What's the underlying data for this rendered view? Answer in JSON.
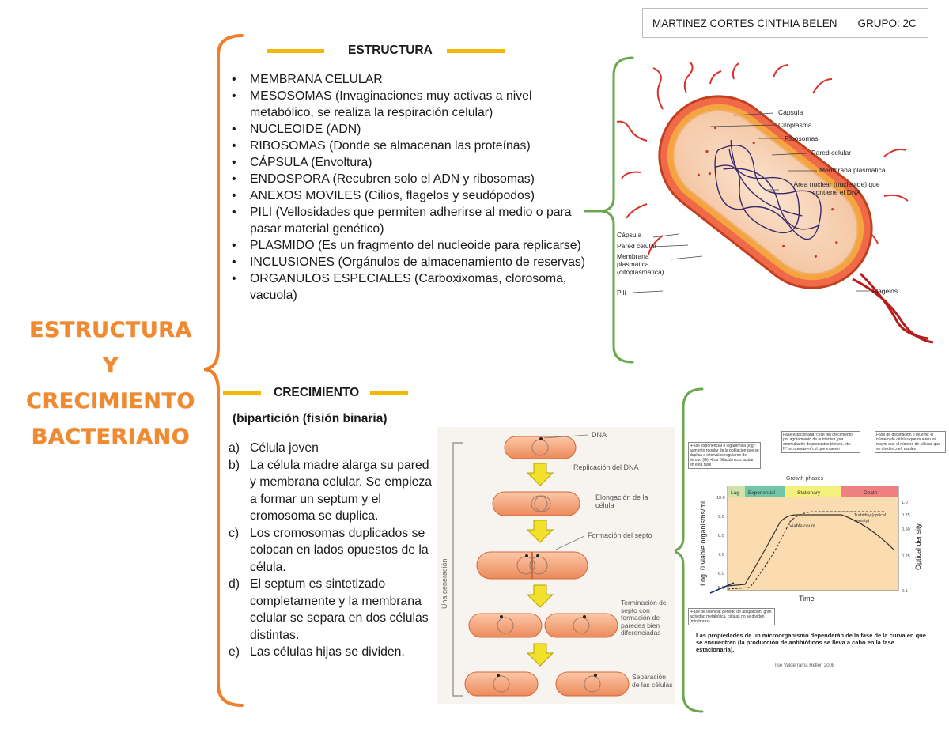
{
  "header": {
    "author": "MARTINEZ CORTES CINTHIA BELEN",
    "group": "GRUPO: 2C"
  },
  "main_title": {
    "line1": "ESTRUCTURA",
    "line2": "Y",
    "line3": "CRECIMIENTO",
    "line4": "BACTERIANO"
  },
  "estructura": {
    "heading": "ESTRUCTURA",
    "items": [
      "MEMBRANA CELULAR",
      "MESOSOMAS (Invaginaciones muy activas a nivel metabólico, se realiza la respiración celular)",
      "NUCLEOIDE (ADN)",
      "RIBOSOMAS (Donde se almacenan las proteínas)",
      "CÁPSULA (Envoltura)",
      "ENDOSPORA (Recubren solo el ADN y ribosomas)",
      "ANEXOS MOVILES (Cilios, flagelos y seudópodos)",
      "PILI (Vellosidades que permiten adherirse al medio o para pasar material genético)",
      "PLASMIDO (Es un fragmento del nucleoide para replicarse)",
      "INCLUSIONES (Orgánulos de almacenamiento de reservas)",
      "ORGANULOS ESPECIALES (Carboxixomas, clorosoma, vacuola)"
    ]
  },
  "crecimiento": {
    "heading": "CRECIMIENTO",
    "subtitle": "(bipartición (fisión binaria)",
    "steps": [
      {
        "marker": "a)",
        "text": "Célula joven"
      },
      {
        "marker": "b)",
        "text": "La célula madre alarga su pared y membrana celular. Se empieza a formar un septum y el cromosoma se duplica."
      },
      {
        "marker": "c)",
        "text": "Los cromosomas duplicados se colocan en lados opuestos de la célula."
      },
      {
        "marker": "d)",
        "text": "El septum es sintetizado completamente y la membrana celular se separa en dos células distintas."
      },
      {
        "marker": "e)",
        "text": "Las células hijas se dividen."
      }
    ]
  },
  "bacteria_diagram": {
    "labels_right": [
      "Cápsula",
      "Citoplasma",
      "Ribosomas",
      "Pared celular",
      "Membrana plasmática",
      "Área nuclear (nucleoide) que contiene el DNA",
      "Flagelos"
    ],
    "labels_left": [
      "Cápsula",
      "Pared celular",
      "Membrana plasmática (citoplasmática)",
      "Pili"
    ]
  },
  "fission_diagram": {
    "side_label": "Una generación",
    "labels": [
      "DNA",
      "Replicación del DNA",
      "Elongación de la célula",
      "Formación del septo",
      "Terminación del septo con formación de paredes bien diferenciadas",
      "Separación de las células"
    ]
  },
  "growth_curve": {
    "phases_title": "Growth phases",
    "phases": [
      "Lag",
      "Exponential",
      "Stationary",
      "Death"
    ],
    "y_label": "Log10 viable organisms/ml",
    "y_right_label": "Optical density",
    "x_label": "Time",
    "viable_count": "Viable count",
    "turbidity": "Turbidity (optical density)",
    "y_ticks": [
      "10.0",
      "9.0",
      "8.0",
      "7.0",
      "6.0",
      "5.0"
    ],
    "y_right_ticks": [
      "1.0",
      "0.75",
      "0.50",
      "0.25",
      "0.1"
    ],
    "note_exp": "•Fase exponencial o logarítmica (log): aumento regular de la población que se duplica a intervalos regulares de tiempo (G). •Los Bilactámicos actúan en esta fase",
    "note_stat": "Fase estacionaria: cese del crecimiento por agotamiento de nutrientes, por acumulación de productos tóxicos, etc. N°cel.nuevas=n°cel.que mueren",
    "note_death": "Fase de declinación o muerte: el número de células que mueren es mayor que el número de células que se dividen.,cel. viables",
    "note_lag": "•Fase de latencia: periodo de adaptación, gran actividad metabólica, células no se dividen (min-horas)",
    "caption": "Las propiedades de un microorganismo dependerán de la fase de la curva en que se encuentren (la producción de antibióticos se lleva a cabo en la fase estacionaria).",
    "credit": "Ilse Valderrama Heller, 2008"
  },
  "colors": {
    "title_orange": "#f08a2e",
    "highlight_yellow": "#f5b800",
    "bracket_orange": "#ef7f2a",
    "bracket_green": "#6aa84f"
  }
}
